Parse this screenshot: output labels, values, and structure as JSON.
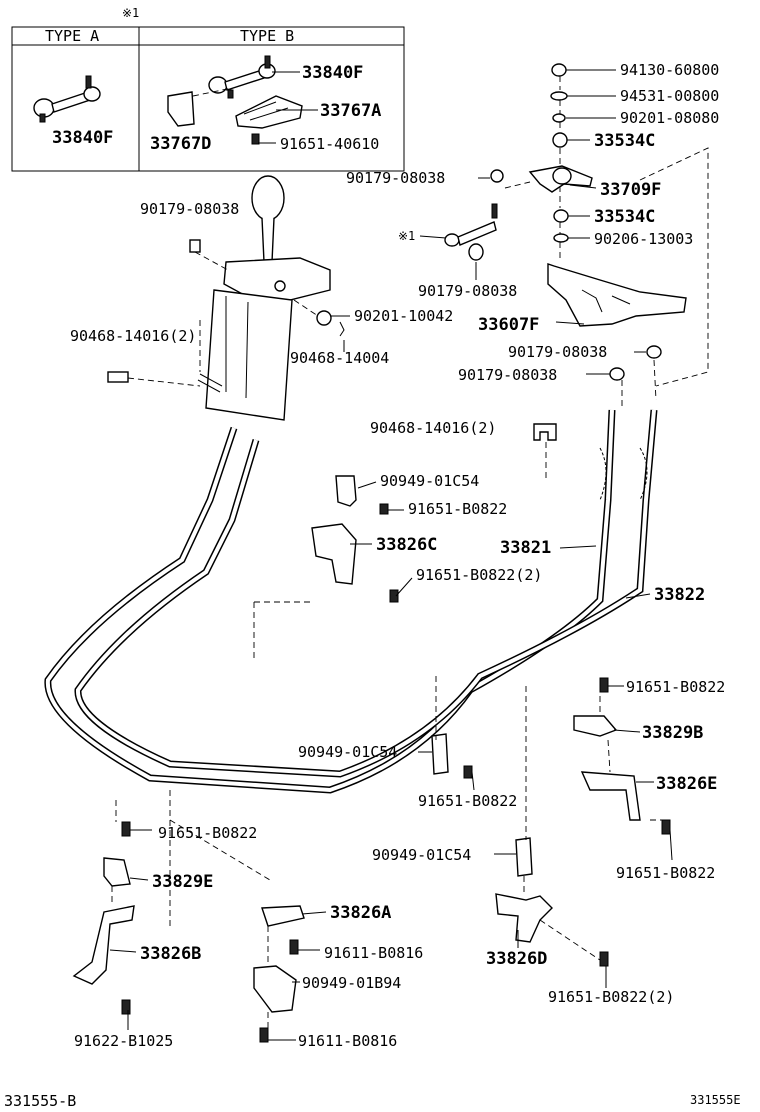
{
  "header": {
    "note_mark": "※1",
    "type_a": "TYPE A",
    "type_b": "TYPE B"
  },
  "labels": {
    "l_33840F_b": "33840F",
    "l_33840F_a": "33840F",
    "l_33767A": "33767A",
    "l_33767D": "33767D",
    "l_91651_40610": "91651-40610",
    "l_94130_60800": "94130-60800",
    "l_94531_00800": "94531-00800",
    "l_90201_08080": "90201-08080",
    "l_33534C_top": "33534C",
    "l_90179_08038_a": "90179-08038",
    "l_33709F": "33709F",
    "l_33534C_bot": "33534C",
    "l_note1": "※1",
    "l_90206_13003": "90206-13003",
    "l_90179_08038_b": "90179-08038",
    "l_90179_08038_c": "90179-08038",
    "l_90201_10042": "90201-10042",
    "l_33607F": "33607F",
    "l_90468_14016_2a": "90468-14016(2)",
    "l_90468_14004": "90468-14004",
    "l_90179_08038_d": "90179-08038",
    "l_90179_08038_e": "90179-08038",
    "l_90468_14016_2b": "90468-14016(2)",
    "l_90949_01C54_a": "90949-01C54",
    "l_91651_B0822_a": "91651-B0822",
    "l_33826C": "33826C",
    "l_33821": "33821",
    "l_91651_B0822_2a": "91651-B0822(2)",
    "l_33822": "33822",
    "l_91651_B0822_b": "91651-B0822",
    "l_33829B": "33829B",
    "l_90949_01C54_b": "90949-01C54",
    "l_33826E": "33826E",
    "l_91651_B0822_c": "91651-B0822",
    "l_91651_B0822_d": "91651-B0822",
    "l_91651_B0822_e": "91651-B0822",
    "l_90949_01C54_c": "90949-01C54",
    "l_33829E": "33829E",
    "l_33826A": "33826A",
    "l_91611_B0816_a": "91611-B0816",
    "l_33826B": "33826B",
    "l_33826D": "33826D",
    "l_90949_01B94": "90949-01B94",
    "l_91651_B0822_2b": "91651-B0822(2)",
    "l_91622_B1025": "91622-B1025",
    "l_91611_B0816_b": "91611-B0816"
  },
  "footer": {
    "left_code": "331555-B",
    "right_code": "331555E"
  }
}
